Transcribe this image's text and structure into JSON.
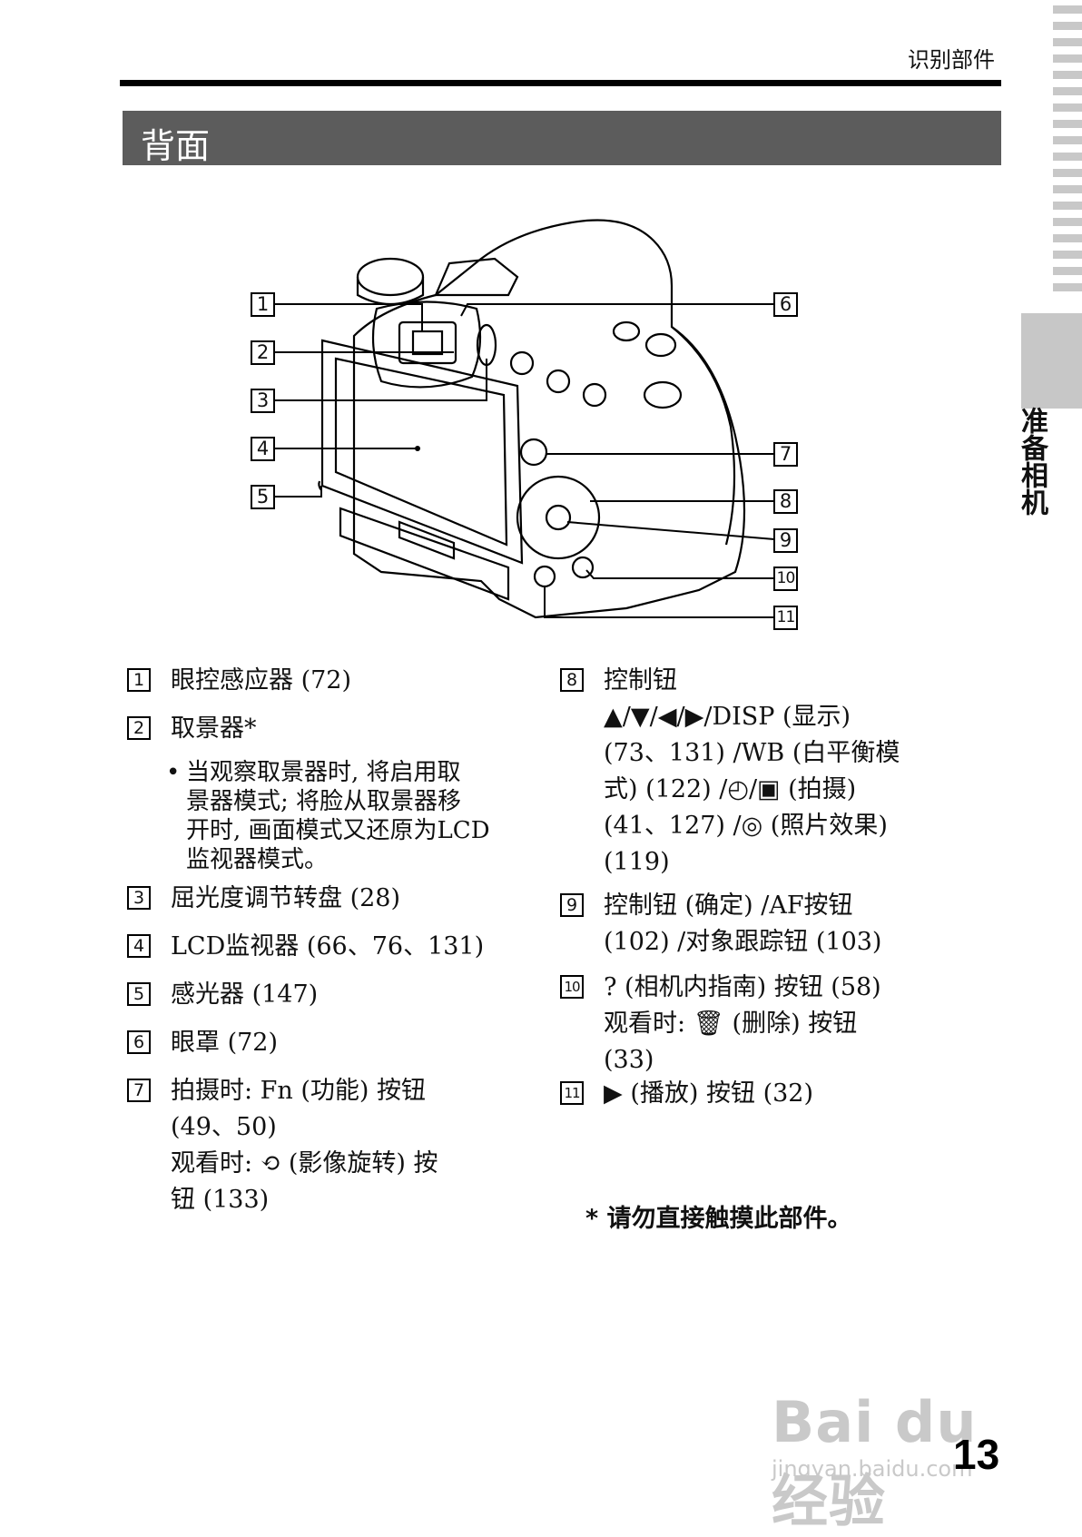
{
  "header": {
    "label": "识别部件"
  },
  "section": {
    "title": "背面"
  },
  "side_tab": {
    "label": "准备相机"
  },
  "callouts": [
    "1",
    "2",
    "3",
    "4",
    "5",
    "6",
    "7",
    "8",
    "9",
    "10",
    "11"
  ],
  "legend": {
    "left": [
      {
        "num": "1",
        "lines": [
          "眼控感应器 (72)"
        ]
      },
      {
        "num": "2",
        "lines": [
          "取景器*"
        ]
      },
      {
        "num": "3",
        "lines": [
          "屈光度调节转盘 (28)"
        ]
      },
      {
        "num": "4",
        "lines": [
          "LCD监视器 (66、76、131)"
        ]
      },
      {
        "num": "5",
        "lines": [
          "感光器 (147)"
        ]
      },
      {
        "num": "6",
        "lines": [
          "眼罩 (72)"
        ]
      },
      {
        "num": "7",
        "lines": [
          "拍摄时: Fn (功能) 按钮",
          "(49、50)",
          "观看时: ⟲ (影像旋转) 按",
          "钮 (133)"
        ]
      }
    ],
    "note_2": {
      "bullet": "•",
      "lines": [
        "当观察取景器时, 将启用取",
        "景器模式; 将脸从取景器移",
        "开时, 画面模式又还原为LCD",
        "监视器模式。"
      ]
    },
    "right": [
      {
        "num": "8",
        "lines": [
          "控制钮",
          "▲/▼/◀/▶/DISP (显示)",
          "(73、131) /WB (白平衡模",
          "式) (122) /◴/▣ (拍摄)",
          "(41、127) /◎ (照片效果)",
          "(119)"
        ]
      },
      {
        "num": "9",
        "lines": [
          "控制钮 (确定) /AF按钮",
          "(102) /对象跟踪钮 (103)"
        ]
      },
      {
        "num": "10",
        "lines": [
          "? (相机内指南) 按钮 (58)",
          "观看时: 🗑 (删除) 按钮",
          "(33)"
        ]
      },
      {
        "num": "11",
        "lines": [
          "▶ (播放) 按钮 (32)"
        ]
      }
    ]
  },
  "footnote": "* 请勿直接触摸此部件。",
  "watermark": {
    "brand": "Bai du 经验",
    "url": "jingyan.baidu.com"
  },
  "page_number": "13"
}
